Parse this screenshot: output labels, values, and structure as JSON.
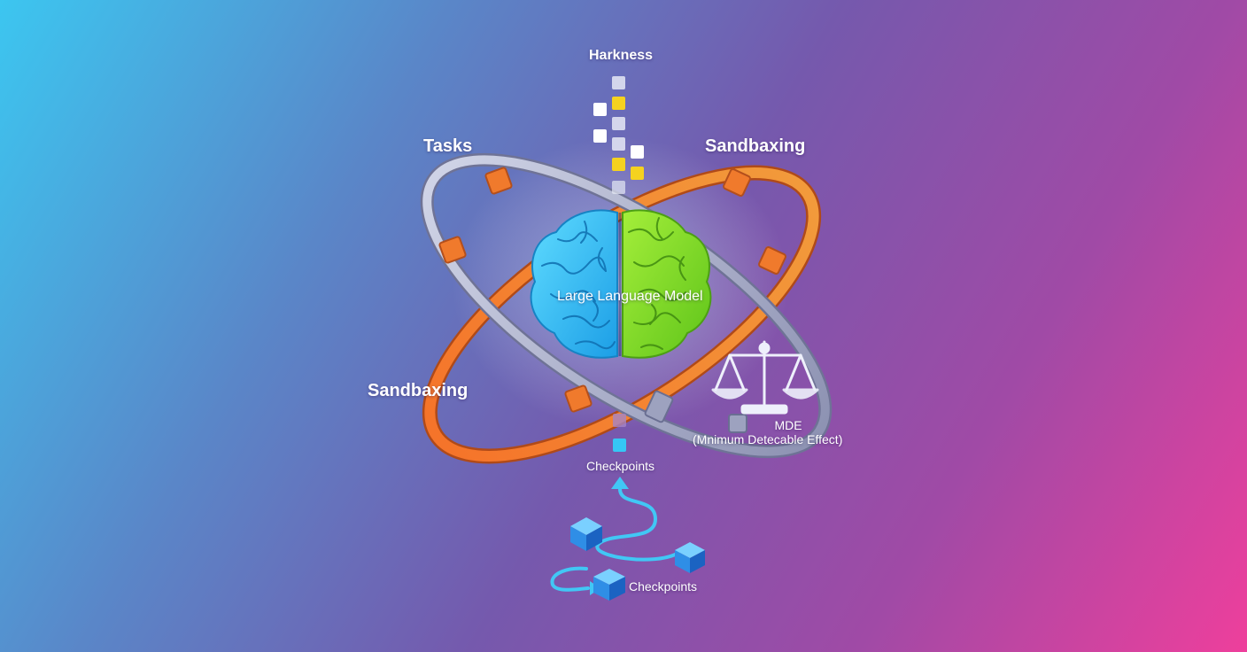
{
  "labels": {
    "harness": "Harkness",
    "tasks": "Tasks",
    "sandbaxing_top": "Sandbaxing",
    "sandbaxing_left": "Sandbaxing",
    "model": "Large Language Model",
    "mde_title": "MDE",
    "mde_subtitle": "(Mnimum Detecable Effect)",
    "checkpoints_upper": "Checkpoints",
    "checkpoints_lower": "Checkpoints"
  },
  "colors": {
    "brain_left": "#2ec3f5",
    "brain_right": "#7ed321",
    "orange_ring": "#f07a2c",
    "silver_ring": "#b9bdd4",
    "block_yellow": "#f5d21f",
    "block_white": "#e8ecf7",
    "cube_blue": "#2d8fe8"
  },
  "icons": {
    "brain": "brain-icon",
    "scale": "balance-scale-icon",
    "cube": "cube-icon",
    "arrow": "arrow-up-icon"
  }
}
